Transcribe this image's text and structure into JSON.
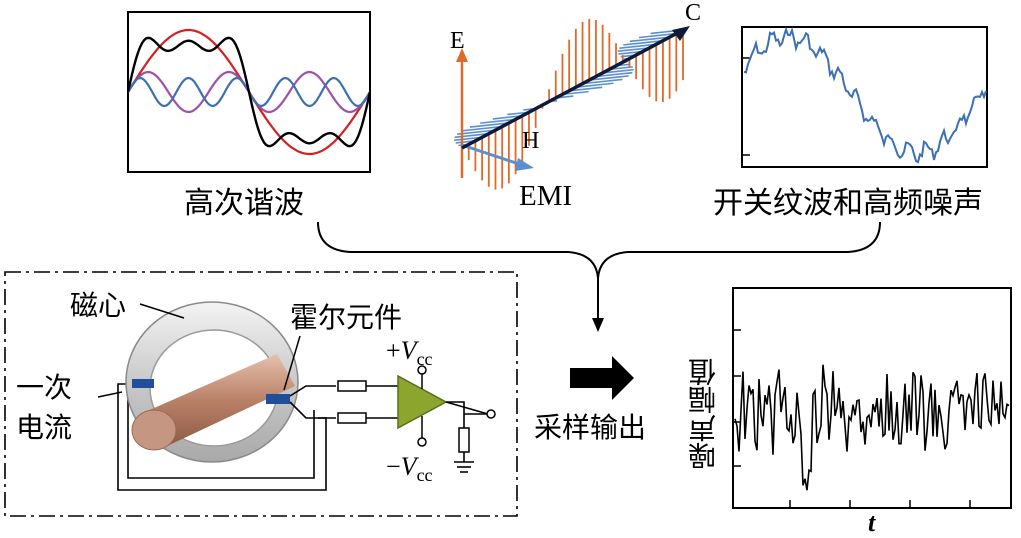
{
  "captions": {
    "harmonics": "高次谐波",
    "emi": "EMI",
    "ripple": "开关纹波和高频噪声",
    "sampling_output": "采样输出"
  },
  "emi_axes": {
    "e": "E",
    "h": "H",
    "c": "C"
  },
  "sensor": {
    "core_label": "磁心",
    "current_label_line1": "一次",
    "current_label_line2": "电流",
    "hall_label": "霍尔元件",
    "vcc_pos_sign": "+",
    "vcc_neg_sign": "−",
    "vcc_symbol": "V",
    "vcc_subscript": "cc"
  },
  "noise_plot": {
    "ylabel": "噪声幅值",
    "xlabel": "t"
  },
  "colors": {
    "harmonic_fundamental": "#d42020",
    "harmonic_third": "#a050a8",
    "harmonic_fifth": "#3b70b4",
    "harmonic_sum": "#000000",
    "e_field": "#e06a2a",
    "h_field": "#5b8fd0",
    "ripple": "#3b70b4",
    "amplifier": "#8ba52e",
    "conductor": "#c4907a",
    "hall_chip": "#1f4f9a"
  }
}
